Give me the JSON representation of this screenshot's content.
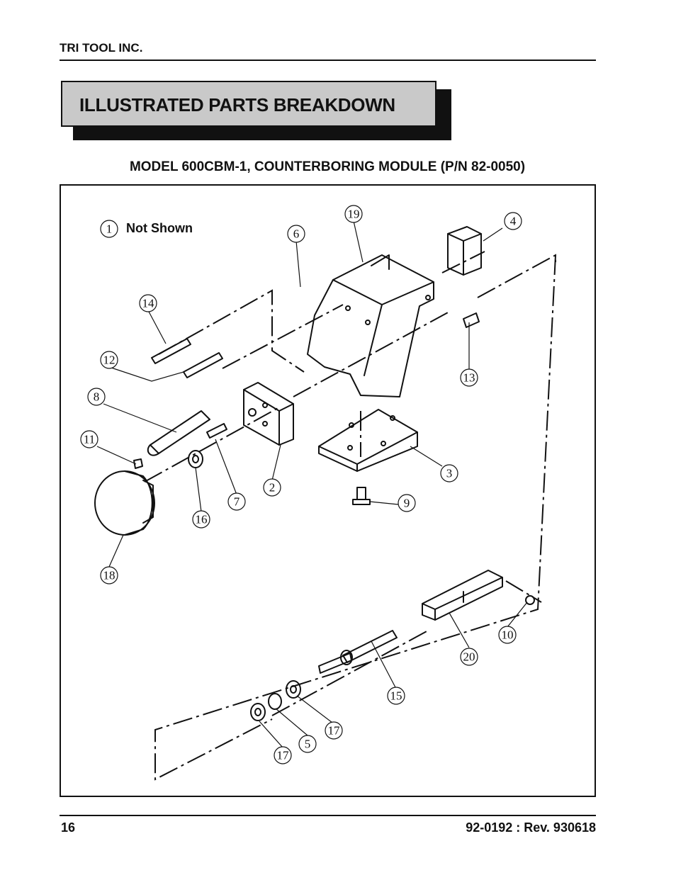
{
  "header": {
    "company": "TRI TOOL INC."
  },
  "section_title": "ILLUSTRATED PARTS BREAKDOWN",
  "subtitle": "MODEL 600CBM-1, COUNTERBORING MODULE (P/N 82-0050)",
  "legend": {
    "number": "1",
    "text": "Not Shown"
  },
  "callouts": [
    "19",
    "4",
    "6",
    "14",
    "12",
    "13",
    "8",
    "11",
    "2",
    "7",
    "16",
    "3",
    "9",
    "18",
    "10",
    "20",
    "15",
    "17",
    "5",
    "17"
  ],
  "footer": {
    "page_number": "16",
    "doc_revision": "92-0192 :  Rev. 930618"
  }
}
